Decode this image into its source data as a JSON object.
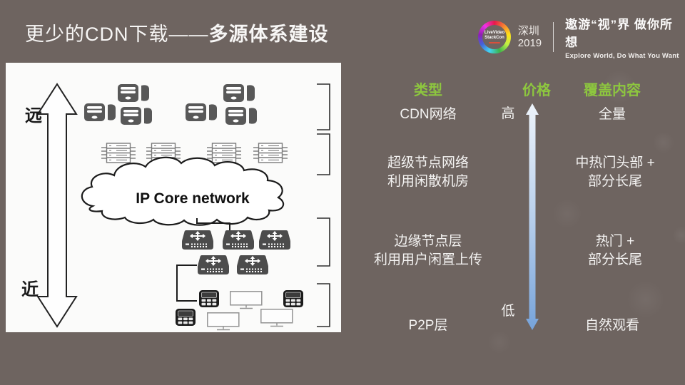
{
  "slide": {
    "title": {
      "regular": "更少的CDN下载——",
      "bold": "多源体系建设"
    },
    "logo": {
      "ring_line1": "LiveVideo",
      "ring_line2": "StackCon",
      "city": "深圳",
      "year": "2019",
      "slogan_cn": "遨游“视”界 做你所想",
      "slogan_en": "Explore World, Do What You Want"
    }
  },
  "diagram": {
    "far_label": "远",
    "near_label": "近",
    "cloud_label": "IP Core network"
  },
  "table": {
    "headers": [
      "类型",
      "价格",
      "覆盖内容"
    ],
    "price_high": "高",
    "price_low": "低",
    "rows": [
      {
        "type": [
          "CDN网络"
        ],
        "coverage": [
          "全量"
        ]
      },
      {
        "type": [
          "超级节点网络",
          "利用闲散机房"
        ],
        "coverage": [
          "中热门头部 +",
          "部分长尾"
        ]
      },
      {
        "type": [
          "边缘节点层",
          "利用用户闲置上传"
        ],
        "coverage": [
          "热门 +",
          "部分长尾"
        ]
      },
      {
        "type": [
          "P2P层"
        ],
        "coverage": [
          "自然观看"
        ]
      }
    ]
  },
  "colors": {
    "background": "#6e6460",
    "accent_green": "#8dc63f",
    "arrow_blue": "#7fa8dc",
    "panel_white": "#fbfbfa"
  }
}
